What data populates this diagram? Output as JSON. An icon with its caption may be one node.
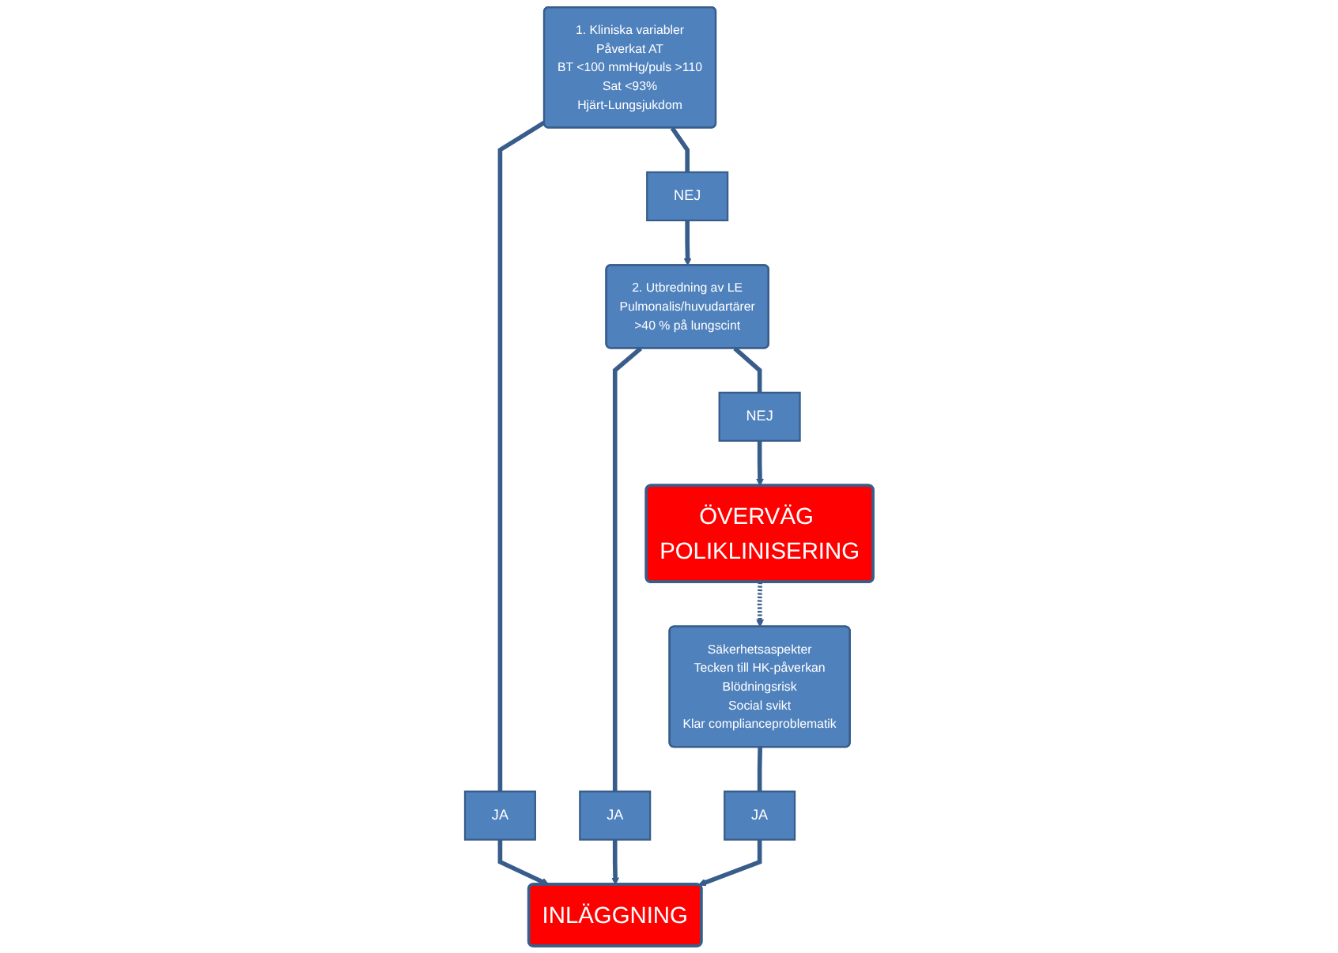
{
  "diagram": {
    "nodes": [
      {
        "text": [
          "1. Kliniska variabler",
          "Påverkat AT",
          "BT <100 mmHg/puls >110",
          "Sat <93%",
          "Hjärt-Lungsjukdom"
        ]
      },
      {
        "text": [
          "NEJ"
        ]
      },
      {
        "text": [
          "2. Utbredning av LE",
          "Pulmonalis/huvudartärer",
          ">40 % på lungscint"
        ]
      },
      {
        "text": [
          "NEJ"
        ]
      },
      {
        "text": [
          "ÖVERVÄG POLIKLINISERING"
        ]
      },
      {
        "text": [
          "JA"
        ]
      },
      {
        "text": [
          "JA"
        ]
      },
      {
        "text": [
          "INLÄGGNING"
        ]
      },
      {
        "text": [
          "Säkerhetsaspekter",
          "Tecken till HK-påverkan",
          "Blödningsrisk",
          "Social svikt",
          "Klar complianceproblematik"
        ]
      },
      {
        "text": [
          "JA"
        ]
      }
    ],
    "edges": [
      {
        "from": 0,
        "to": 1,
        "arrow": "none"
      },
      {
        "from": 1,
        "to": 2,
        "arrow": "to"
      },
      {
        "from": 2,
        "to": 3,
        "arrow": "none"
      },
      {
        "from": 3,
        "to": 4,
        "arrow": "to"
      },
      {
        "from": 0,
        "to": 5,
        "arrow": "none"
      },
      {
        "from": 5,
        "to": 7,
        "arrow": "to"
      },
      {
        "from": 2,
        "to": 6,
        "arrow": "none"
      },
      {
        "from": 6,
        "to": 7,
        "arrow": "to"
      },
      {
        "from": 4,
        "to": 8,
        "arrow": "to",
        "style": "dashed"
      },
      {
        "from": 8,
        "to": 9,
        "arrow": "none"
      },
      {
        "from": 9,
        "to": 7,
        "arrow": "to"
      }
    ]
  }
}
